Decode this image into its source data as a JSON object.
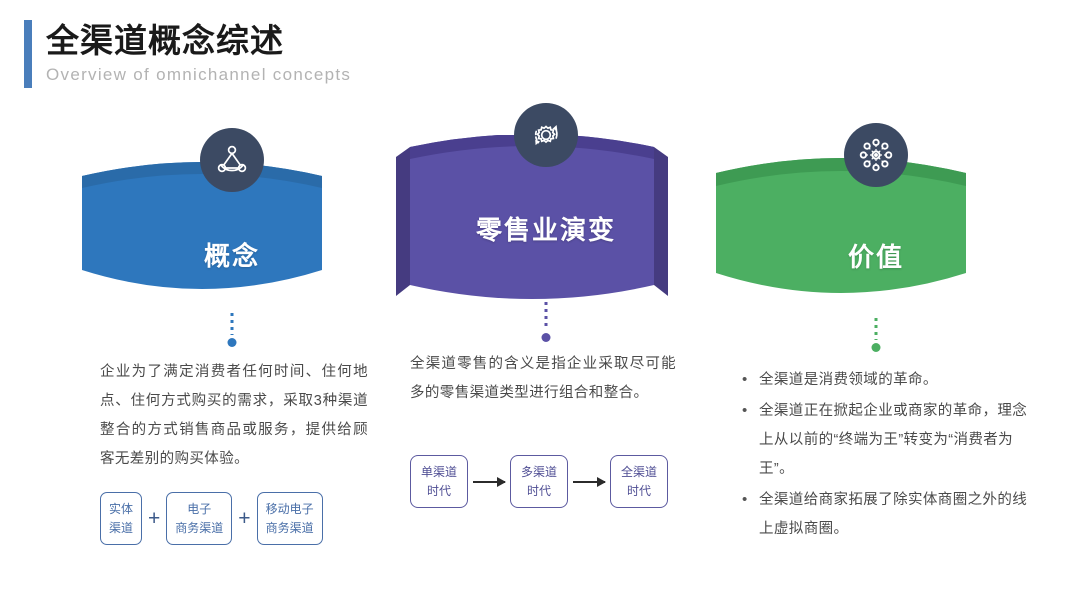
{
  "header": {
    "title": "全渠道概念综述",
    "subtitle": "Overview of omnichannel concepts",
    "accent_color": "#4A7EBB"
  },
  "columns": [
    {
      "id": "concept",
      "banner_label": "概念",
      "banner_color": "#2E77BD",
      "banner_shade_color": "#2A6BA9",
      "badge_color": "#3C4A63",
      "icon": "network-triangle-icon",
      "connector_color": "#2E77BD",
      "paragraph": "企业为了满定消费者任何时间、住何地点、住何方式购买的需求，采取3种渠道整合的方式销售商品或服务，提供给顾客无差别的购买体验。",
      "chips": [
        "实体\n渠道",
        "电子\n商务渠道",
        "移动电子\n商务渠道"
      ],
      "chip_separator": "+",
      "chip_color": "#4A6FA8"
    },
    {
      "id": "retail-evolution",
      "banner_label": "零售业演变",
      "banner_color": "#5B51A6",
      "banner_shade_color": "#463C84",
      "badge_color": "#3C4A63",
      "icon": "gear-refresh-icon",
      "connector_color": "#5B51A6",
      "paragraph": "全渠道零售的含义是指企业采取尽可能多的零售渠道类型进行组合和整合。",
      "flow": [
        "单渠道\n时代",
        "多渠道\n时代",
        "全渠道\n时代"
      ],
      "flow_color": "#5C5AA0"
    },
    {
      "id": "value",
      "banner_label": "价值",
      "banner_color": "#4CAF62",
      "banner_shade_color": "#3E9B53",
      "badge_color": "#3C4A63",
      "icon": "hub-spoke-network-icon",
      "connector_color": "#4CAF62",
      "bullets": [
        "全渠道是消费领域的革命。",
        "全渠道正在掀起企业或商家的革命，理念上从以前的“终端为王”转变为“消费者为王”。",
        "全渠道给商家拓展了除实体商圈之外的线上虚拟商圈。"
      ]
    }
  ]
}
